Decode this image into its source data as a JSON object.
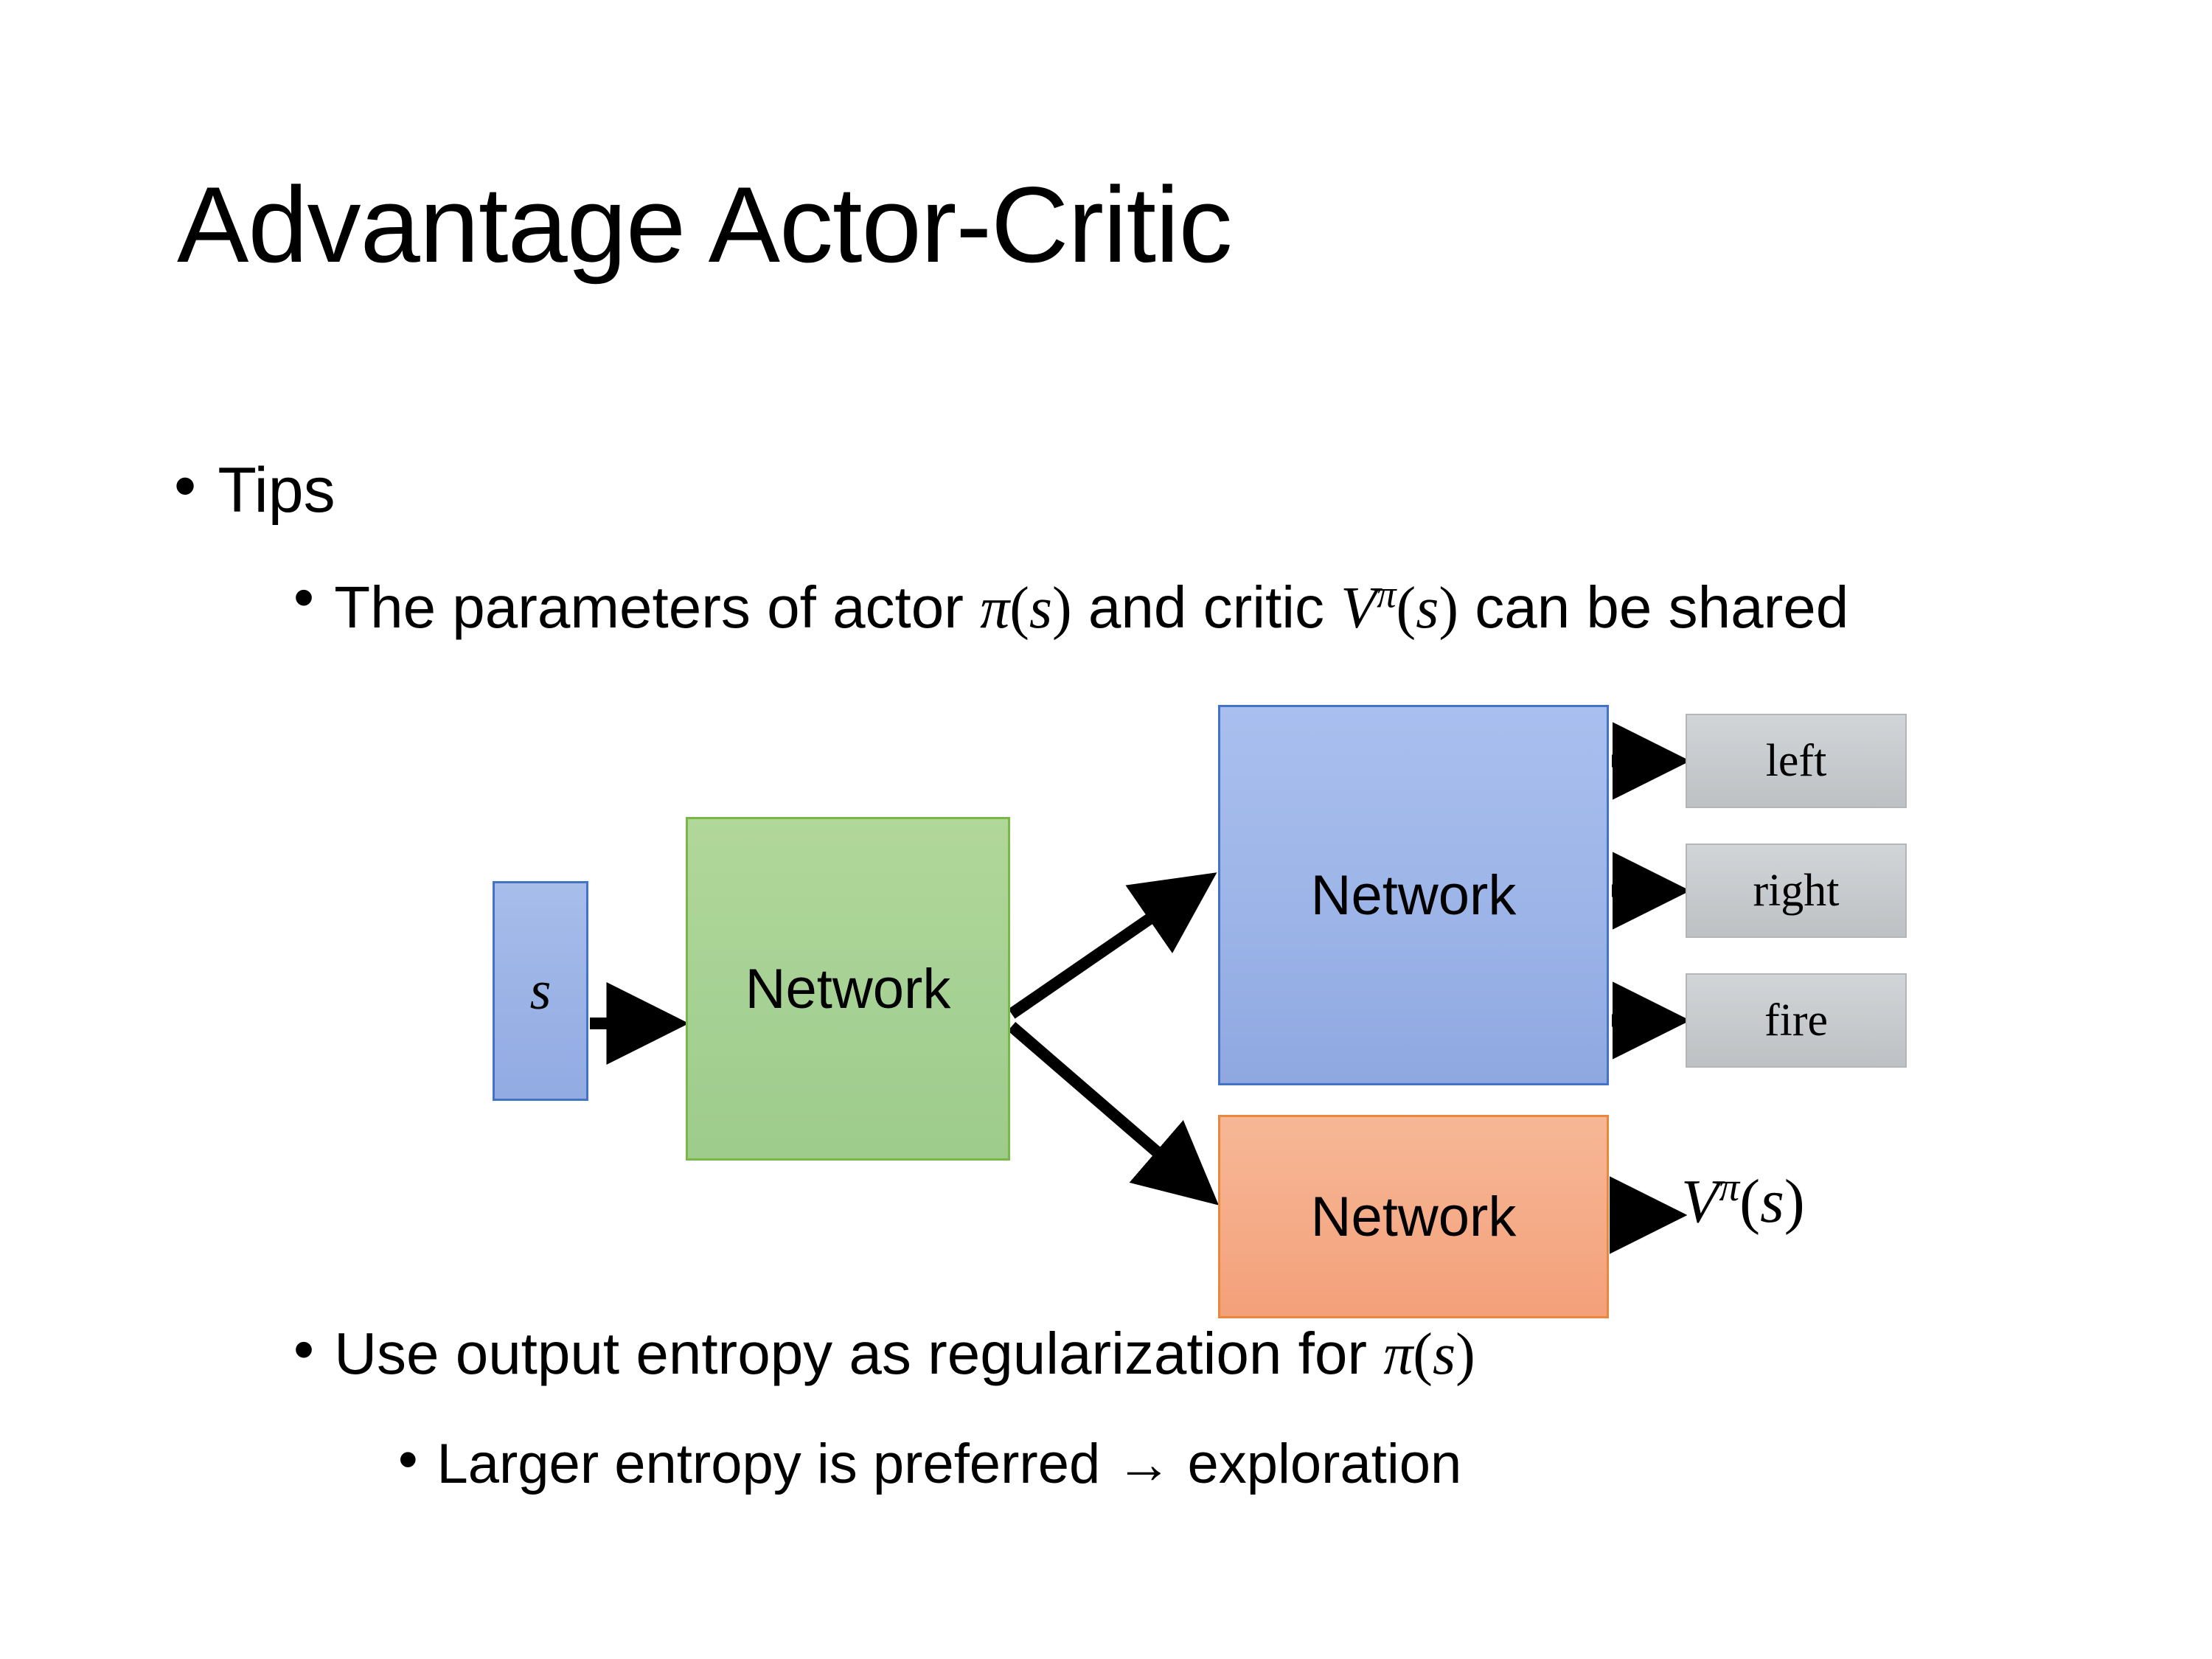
{
  "slide": {
    "title": "Advantage Actor-Critic",
    "background_color": "#ffffff"
  },
  "bullets": [
    {
      "level": 1,
      "marker": "•",
      "text": "Tips"
    },
    {
      "level": 2,
      "marker": "•",
      "text": "The parameters of actor π(s)  and critic Vπ(s) can be shared",
      "segments": [
        "The parameters of actor ",
        "π",
        "(",
        "s",
        ")",
        "  and critic ",
        "V",
        "π",
        "(",
        "s",
        ")",
        " can be shared"
      ]
    },
    {
      "level": 2,
      "marker": "•",
      "text": "Use output entropy as regularization for π(s)"
    },
    {
      "level": 3,
      "marker": "•",
      "text": "Larger entropy is preferred → exploration"
    }
  ],
  "bullet_labels": {
    "tips": "Tips",
    "params_prefix": "The parameters of actor ",
    "params_mid": "  and critic ",
    "params_suffix": " can be shared",
    "entropy_prefix": "Use output entropy as regularization for ",
    "larger_entropy": "Larger entropy is preferred → exploration"
  },
  "diagram": {
    "type": "flow-diagram",
    "nodes": [
      {
        "id": "state",
        "label": "s",
        "shape": "rect",
        "fill": "#9cb4e6",
        "stroke": "#4472c4",
        "style": "italic-serif"
      },
      {
        "id": "net_shared",
        "label": "Network",
        "shape": "rect",
        "fill": "#a6d194",
        "stroke": "#7ab648"
      },
      {
        "id": "net_actor",
        "label": "Network",
        "shape": "rect",
        "fill": "#9cb4e7",
        "stroke": "#4472c4"
      },
      {
        "id": "net_critic",
        "label": "Network",
        "shape": "rect",
        "fill": "#f5ab87",
        "stroke": "#e8883c"
      },
      {
        "id": "action_left",
        "label": "left",
        "shape": "rect",
        "fill": "#c6cacd",
        "stroke": "#b2b6b9"
      },
      {
        "id": "action_right",
        "label": "right",
        "shape": "rect",
        "fill": "#c6cacd",
        "stroke": "#b2b6b9"
      },
      {
        "id": "action_fire",
        "label": "fire",
        "shape": "rect",
        "fill": "#c6cacd",
        "stroke": "#b2b6b9"
      }
    ],
    "output_value": {
      "base": "V",
      "superscript": "π",
      "argument": "s",
      "label": "Vπ(s)"
    },
    "edges": [
      {
        "from": "state",
        "to": "net_shared",
        "arrow": true
      },
      {
        "from": "net_shared",
        "to": "net_actor",
        "arrow": true
      },
      {
        "from": "net_shared",
        "to": "net_critic",
        "arrow": true
      },
      {
        "from": "net_actor",
        "to": "action_left",
        "arrow": true
      },
      {
        "from": "net_actor",
        "to": "action_right",
        "arrow": true
      },
      {
        "from": "net_actor",
        "to": "action_fire",
        "arrow": true
      },
      {
        "from": "net_critic",
        "to": "output_value",
        "arrow": true
      }
    ],
    "arrow_color": "#000000"
  },
  "math": {
    "pi": "π",
    "s": "s",
    "V": "V",
    "lparen": "(",
    "rparen": ")",
    "arrow_glyph": "→"
  }
}
